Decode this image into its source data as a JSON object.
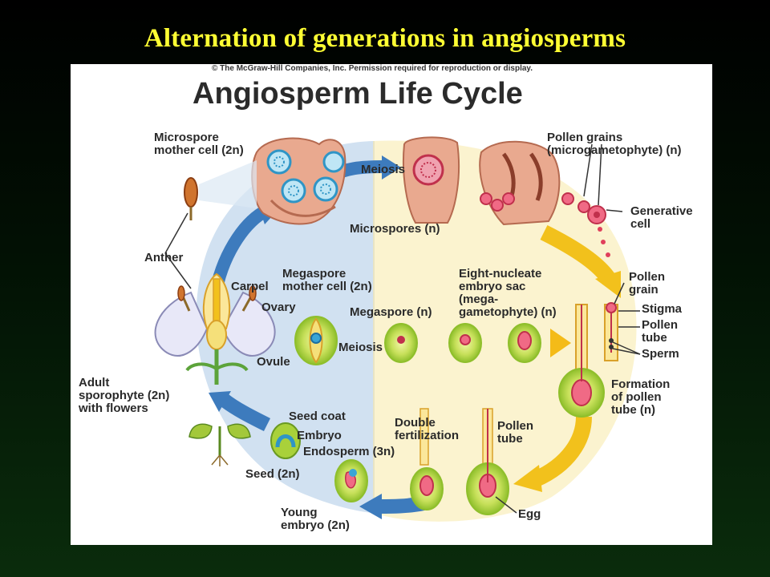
{
  "slide": {
    "title": "Alternation of generations in angiosperms"
  },
  "figure": {
    "copyright": "© The McGraw-Hill Companies, Inc. Permission required for reproduction or display.",
    "title": "Angiosperm Life Cycle"
  },
  "labels": {
    "microspore_mother_cell_1": "Microspore",
    "microspore_mother_cell_2": "mother cell (2n)",
    "meiosis_top": "Meiosis",
    "microspores": "Microspores (n)",
    "pollen_grains_1": "Pollen grains",
    "pollen_grains_2": "(microgametophyte) (n)",
    "generative_cell_1": "Generative",
    "generative_cell_2": "cell",
    "anther": "Anther",
    "carpel": "Carpel",
    "ovary": "Ovary",
    "megaspore_mother_cell_1": "Megaspore",
    "megaspore_mother_cell_2": "mother cell (2n)",
    "megaspore": "Megaspore (n)",
    "eight_nucleate_1": "Eight-nucleate",
    "eight_nucleate_2": "embryo sac",
    "eight_nucleate_3": "(mega-",
    "eight_nucleate_4": "gametophyte) (n)",
    "pollen_grain_1": "Pollen",
    "pollen_grain_2": "grain",
    "stigma": "Stigma",
    "pollen_tube_right_1": "Pollen",
    "pollen_tube_right_2": "tube",
    "sperm": "Sperm",
    "ovule": "Ovule",
    "meiosis_bottom": "Meiosis",
    "adult_sporophyte_1": "Adult",
    "adult_sporophyte_2": "sporophyte (2n)",
    "adult_sporophyte_3": "with flowers",
    "formation_1": "Formation",
    "formation_2": "of pollen",
    "formation_3": "tube (n)",
    "seed_coat": "Seed coat",
    "embryo": "Embryo",
    "endosperm": "Endosperm (3n)",
    "double_fert_1": "Double",
    "double_fert_2": "fertilization",
    "pollen_tube_bottom_1": "Pollen",
    "pollen_tube_bottom_2": "tube",
    "seed": "Seed (2n)",
    "young_embryo_1": "Young",
    "young_embryo_2": "embryo (2n)",
    "egg": "Egg"
  },
  "colors": {
    "slide_title": "#ffff33",
    "diploid_phase": "#c9dcee",
    "haploid_phase": "#fbf3cf",
    "blue_arrow": "#3d7bbd",
    "yellow_arrow": "#f2c11c",
    "tissue_pink": "#e9a98f",
    "ovule_green": "#a9d13a"
  }
}
